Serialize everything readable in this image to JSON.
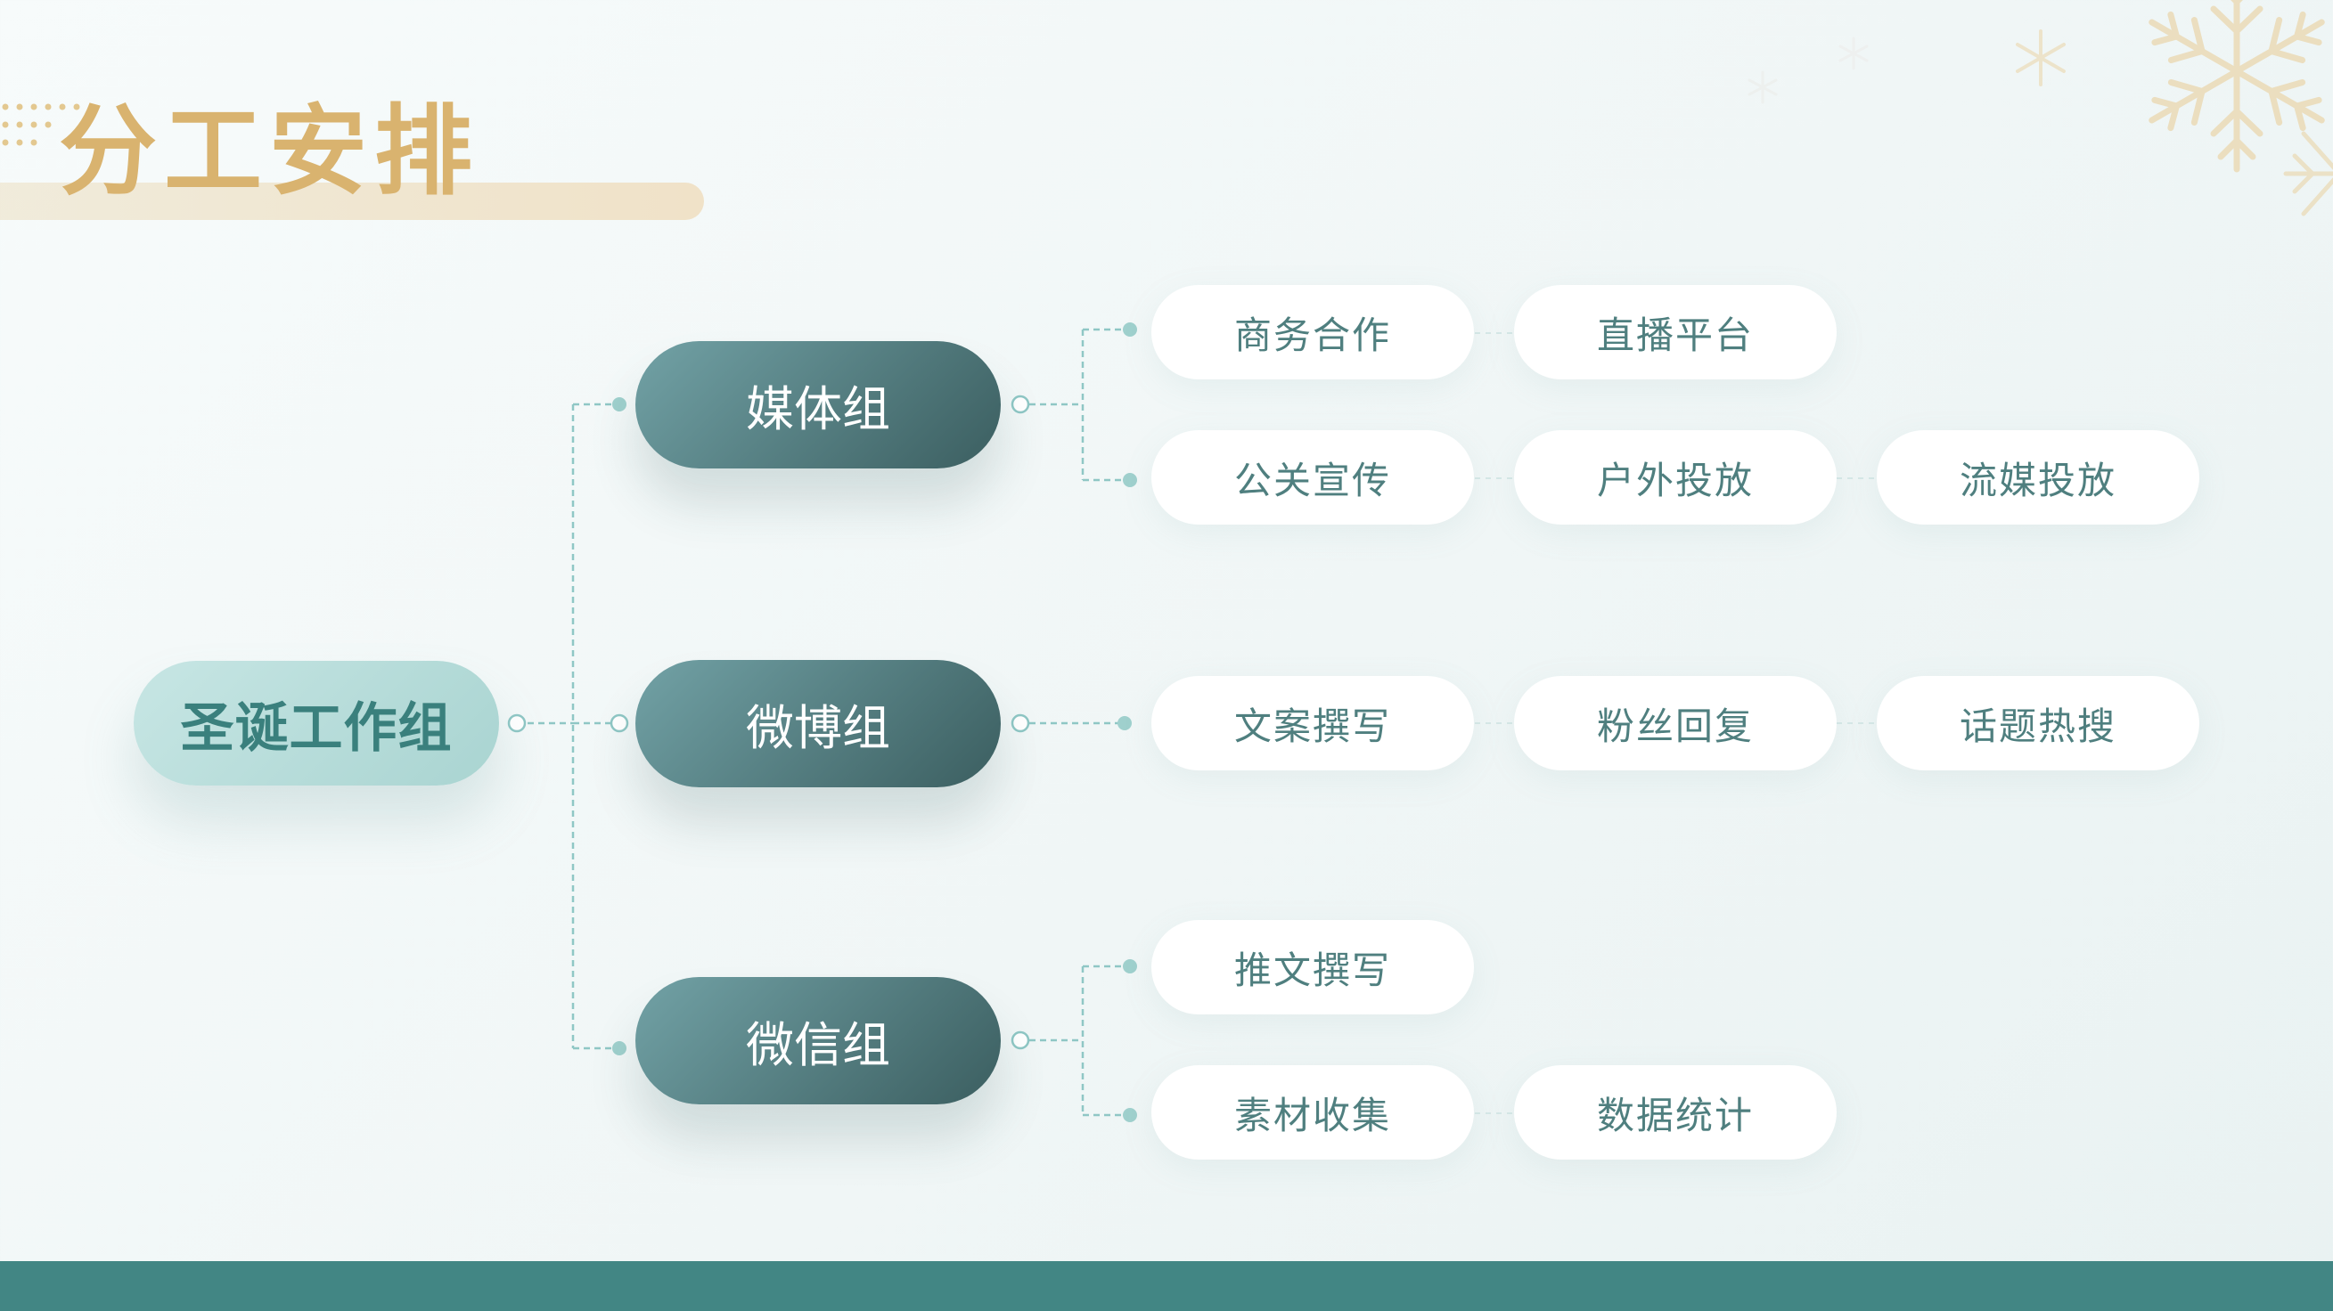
{
  "title": "分工安排",
  "colors": {
    "gold": "#d9b36f",
    "teal_dark": "#3b5e60",
    "teal_light": "#a9d4d1",
    "footer": "#428684",
    "line": "#8fc7c5"
  },
  "tree": {
    "root": "圣诞工作组",
    "groups": [
      {
        "label": "媒体组",
        "rows": [
          [
            "商务合作",
            "直播平台"
          ],
          [
            "公关宣传",
            "户外投放",
            "流媒投放"
          ]
        ]
      },
      {
        "label": "微博组",
        "rows": [
          [
            "文案撰写",
            "粉丝回复",
            "话题热搜"
          ]
        ]
      },
      {
        "label": "微信组",
        "rows": [
          [
            "推文撰写"
          ],
          [
            "素材收集",
            "数据统计"
          ]
        ]
      }
    ]
  }
}
